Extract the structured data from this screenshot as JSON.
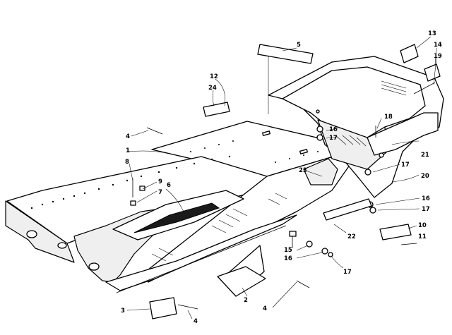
{
  "diagram": {
    "callouts": [
      "1",
      "2",
      "3",
      "4",
      "4",
      "4",
      "5",
      "6",
      "7",
      "8",
      "9",
      "10",
      "11",
      "12",
      "13",
      "14",
      "15",
      "16",
      "16",
      "16",
      "17",
      "17",
      "17",
      "17",
      "18",
      "19",
      "20",
      "21",
      "22",
      "23",
      "24"
    ],
    "colors": {
      "ink": "#000000",
      "paper": "#ffffff",
      "shade": "#efefef"
    }
  }
}
